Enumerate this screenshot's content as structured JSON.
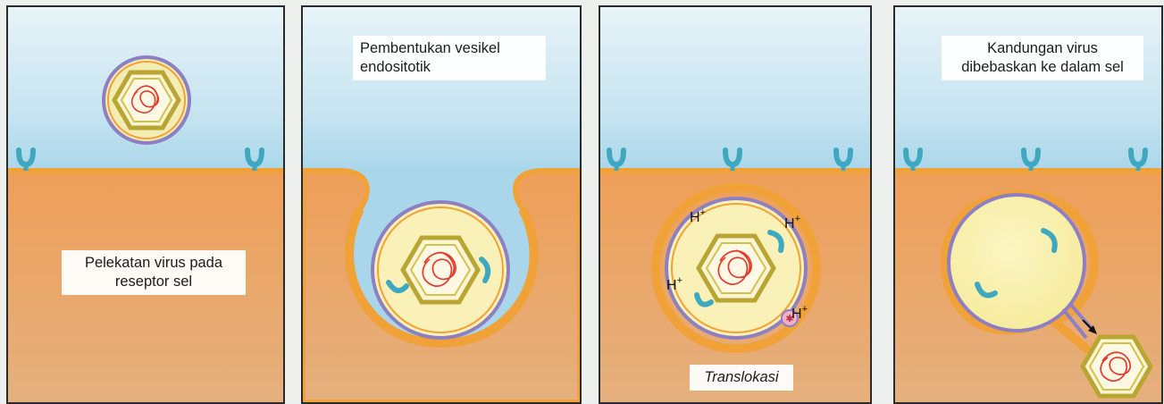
{
  "panels": [
    {
      "id": "attachment",
      "caption": "Pelekatan virus pada\nreseptor sel"
    },
    {
      "id": "vesicle",
      "caption": "Pembentukan vesikel\nendositotik"
    },
    {
      "id": "translocation",
      "caption": "Translokasi",
      "proton_labels": [
        "H+",
        "H+",
        "H+",
        "H+"
      ]
    },
    {
      "id": "release",
      "caption": "Kandungan virus\ndibebaskan ke dalam sel"
    }
  ],
  "colors": {
    "extracellular": "#a9d6ea",
    "cytoplasm": "#e8a566",
    "membrane": "#f0a238",
    "receptor": "#3fa8c0",
    "capsid": "#b9a632",
    "rna": "#e23b2b",
    "envelope": "#8d7fc2"
  }
}
